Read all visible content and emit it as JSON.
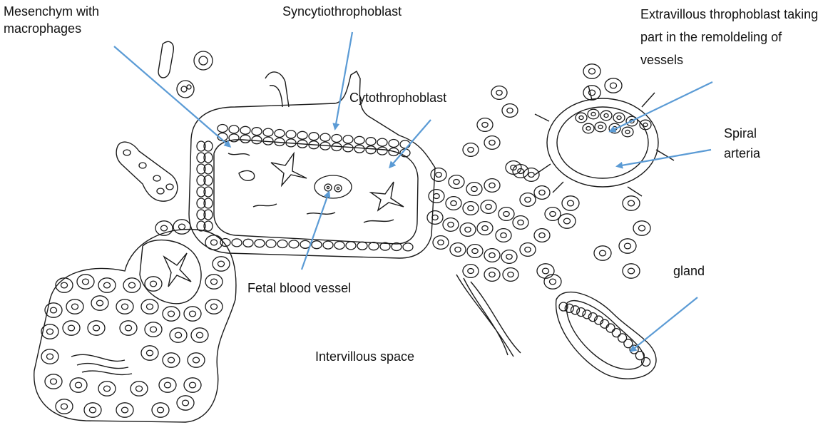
{
  "labels": {
    "mesenchym": "Mesenchym with macrophages",
    "syncytio": "Syncytiothrophoblast",
    "extravillous": "Extravillous throphoblast taking part in the remoldeling of vessels",
    "cytotropho": "Cytothrophoblast",
    "spiral": "Spiral arteria",
    "gland": "gland",
    "fetal": "Fetal blood vessel",
    "intervillous": "Intervillous space"
  },
  "colors": {
    "arrow": "#5b9bd5",
    "ink": "#1a1a1a"
  }
}
